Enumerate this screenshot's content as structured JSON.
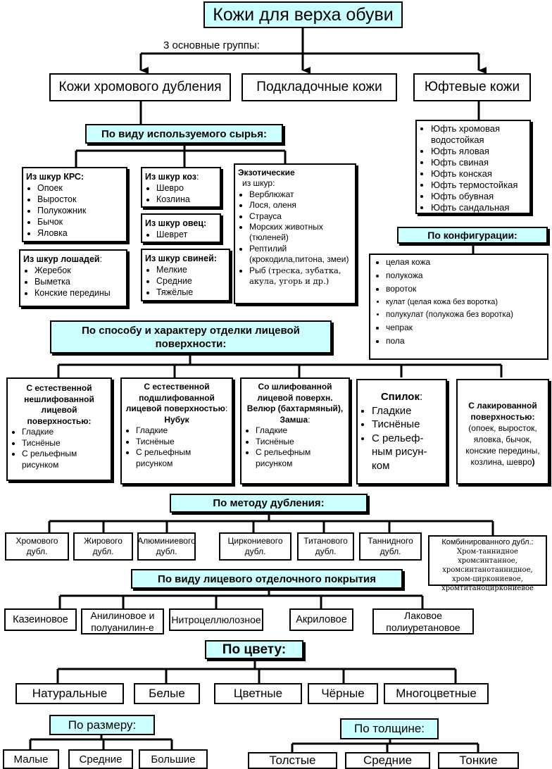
{
  "title": "Кожи для верха обуви",
  "groups_label": "3 основные группы:",
  "groups": [
    "Кожи хромового дубления",
    "Подкладочные кожи",
    "Юфтевые кожи"
  ],
  "yuft_items": [
    "Юфть хромовая водостойкая",
    "Юфть яловая",
    "Юфть свиная",
    "Юфть конская",
    "Юфть термостойкая",
    "Юфть обувная",
    "Юфть сандальная"
  ],
  "raw_header": "По виду используемого сырья:",
  "krs": {
    "title": "Из шкур КРС:",
    "items": [
      "Опоек",
      "Выросток",
      "Полукожник",
      "Бычок",
      "Яловка"
    ]
  },
  "horses": {
    "title": "Из шкур лошадей",
    "colon": ":",
    "items": [
      "Жеребок",
      "Выметка",
      "Конские передины"
    ]
  },
  "goats": {
    "title": "Из шкур коз",
    "colon": ":",
    "items": [
      "Шевро",
      "Козлина"
    ]
  },
  "sheep": {
    "title": "Из шкур овец:",
    "items": [
      "Шеврет"
    ]
  },
  "pigs": {
    "title": "Из шкур свиней:",
    "items": [
      "Мелкие",
      "Средние",
      "Тяжёлые"
    ]
  },
  "exotic": {
    "title": "Экзотические",
    "subtitle": "из шкур:",
    "items": [
      "Верблюжат",
      "Лося, оленя",
      "Страуса",
      "Морских животных (тюленей)",
      "Рептилий (крокодила,питона, змеи)",
      "Рыб"
    ],
    "fish_note": "(треска, зубатка, акула, угорь и др.)"
  },
  "config_header": "По конфигурации:",
  "config_items": [
    "целая кожа",
    "полукожа",
    "вороток",
    "кулат (целая кожа без воротка)",
    "полукулат (полукожа без воротка)",
    "чепрак",
    "пола"
  ],
  "finish_header": "По способу и характеру отделки лицевой поверхности:",
  "finish1": {
    "title": "С естественной нешлифованной лицевой поверхностью:",
    "items": [
      "Гладкие",
      "Тиснёные",
      "С рельефным рисунком"
    ]
  },
  "finish2": {
    "title_a": "С естественной подшлифованной лицевой поверхностью",
    "colon": ":",
    "title_b": "Нубук",
    "items": [
      "Гладкие",
      "Тиснёные",
      "С рельефным рисунком"
    ]
  },
  "finish3": {
    "title_a": "Со шлифованной лицевой поверхн.",
    "title_b": "Велюр (бахтармяный),",
    "title_c": "Замша",
    "colon": ":",
    "items": [
      "Гладкие",
      "Тиснёные",
      "С рельефным рисунком"
    ]
  },
  "finish4": {
    "title": "Спилок",
    "colon": ":",
    "items": [
      "Гладкие",
      "Тиснёные",
      "С рельеф-ным рисун-ком"
    ]
  },
  "finish5": {
    "title": "С лакированной поверхностью:",
    "note": "(опоек, выросток, яловка, бычок, конские передины, козлина, шевро",
    "close": ")"
  },
  "tanning_header": "По методу дубления:",
  "tanning": [
    "Хромового дубл.",
    "Жирового дубл.",
    "Алюминиевого дубл.",
    "Циркониевого дубл.",
    "Титанового дубл.",
    "Таннидного дубл."
  ],
  "tanning_combined": {
    "title": "Комбинированного дубл.:",
    "items": [
      "Хром-таннидное",
      "хромсинтанное,",
      "хромсинтанотаннидное,",
      "хром-циркониевое,",
      "хромтитаноциркониевое"
    ]
  },
  "coating_header": "По виду лицевого отделочного покрытия",
  "coatings": [
    "Казеиновое",
    "Анилиновое и полуанилин-е",
    "Нитроцеллюлозное",
    "Акриловое",
    "Лаковое полиуретановое"
  ],
  "color_header": "По цвету:",
  "colors": [
    "Натуральные",
    "Белые",
    "Цветные",
    "Чёрные",
    "Многоцветные"
  ],
  "size_header": "По размеру:",
  "sizes": [
    "Малые",
    "Средние",
    "Большие"
  ],
  "thick_header": "По толщине:",
  "thicknesses": [
    "Толстые",
    "Средние",
    "Тонкие"
  ]
}
